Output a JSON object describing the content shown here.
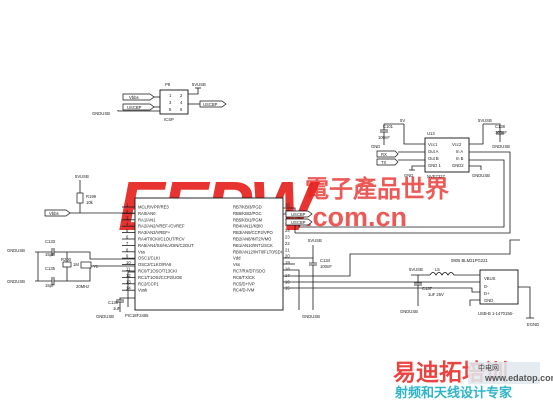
{
  "watermark": {
    "logo": "EEPW",
    "chinese": "電子產品世界",
    "url": ".com.cn",
    "brand_cn": "易迪拓培训",
    "brand_sub": "射频和天线设计专家",
    "brand_site": "www.edatop.com",
    "brand_small": "中电网",
    "colors": {
      "logo_red": "#e6231f",
      "cyan": "#2fb5c8",
      "gray": "#8a8a8a"
    }
  },
  "icsp": {
    "ref": "P8",
    "name": "ICSP",
    "net_top": "5VUSB",
    "net_gnd": "GNDUSB",
    "sig1": "Vbbs",
    "sig2": "USCBP",
    "sig3": "USCBP",
    "pins": [
      "1",
      "2",
      "3",
      "4",
      "5",
      "6"
    ]
  },
  "mcu": {
    "name": "PIC18F2455",
    "left_pins": [
      "MCLR/VPP/RE3",
      "RA0/AN0",
      "RA1/AN1",
      "RA2/AN2/VREF-/CVREF",
      "RA3/AN3/VREF+",
      "RA4/T0CKI/C1OUT/RCV",
      "RA5/AN4/SS/HLVDIN/C2OUT",
      "Vss",
      "OSC1/CLKI",
      "OSC2/CLKO/RA6",
      "RC0/T1OSO/T13CKI",
      "RC1/T1OSI/CCP2/UOE",
      "RC2/CCP1",
      "Vusb"
    ],
    "right_pins": [
      "RB7/KBI3/PGD",
      "RB6/KBI2/PGC",
      "RB5/KBI1/PGM",
      "RB4/AN11/KBI0",
      "RB3/AN9/CCP2/VPO",
      "RB2/AN8/INT2/VMO",
      "RB1/AN10/INT1/SCK",
      "RB0/AN12/INT0/FLT0/SDI",
      "Vdd",
      "Vss",
      "RC7/RX/DT/SDO",
      "RC6/TX/CK",
      "RC5/D+/VP",
      "RC4/D-/VM"
    ],
    "left_nums": [
      "1",
      "2",
      "3",
      "4",
      "5",
      "6",
      "7",
      "8",
      "9",
      "10",
      "11",
      "12",
      "13",
      "14"
    ],
    "right_nums": [
      "28",
      "27",
      "26",
      "25",
      "24",
      "23",
      "22",
      "21",
      "20",
      "19",
      "18",
      "17",
      "16",
      "15"
    ],
    "right_labels": [
      "USCBP",
      "USCBP"
    ]
  },
  "crystal": {
    "ref": "Y1",
    "value": "20MHz"
  },
  "caps": {
    "c133": {
      "ref": "C133",
      "value": "15pF"
    },
    "c135": {
      "ref": "C135",
      "value": "15pF"
    },
    "c136": {
      "ref": "C136",
      "value": "1uF"
    },
    "c134": {
      "ref": "C134",
      "value": "100nF"
    },
    "c101": {
      "ref": "C101",
      "value": "100nF"
    },
    "c138": {
      "ref": "C138",
      "value": "100nF"
    },
    "c137": {
      "ref": "C137",
      "value": "1uF 25V"
    }
  },
  "resistors": {
    "r199": {
      "ref": "R199",
      "value": "10k"
    },
    "r200": {
      "ref": "R200",
      "value": "1M"
    }
  },
  "nets": {
    "gndusb": "GNDUSB",
    "5vusb": "5VUSB",
    "vbbs": "Vbbs",
    "gnd": "GND",
    "5v": "5V",
    "egnd": "EGND",
    "rx": "RX",
    "tx": "TX"
  },
  "u13": {
    "ref": "U13",
    "name": "NVE7327",
    "left_pins": [
      "Vcc1",
      "Out A",
      "Out B",
      "GND 1"
    ],
    "right_pins": [
      "Vcc2",
      "In A",
      "In B",
      "GND2"
    ]
  },
  "usb": {
    "inductor_ref": "L5",
    "inductor_part": "0805 BLM21PG221",
    "connector": "USB-B 1-1470156-",
    "pins": [
      "VBUS",
      "D-",
      "D+",
      "GND"
    ]
  }
}
